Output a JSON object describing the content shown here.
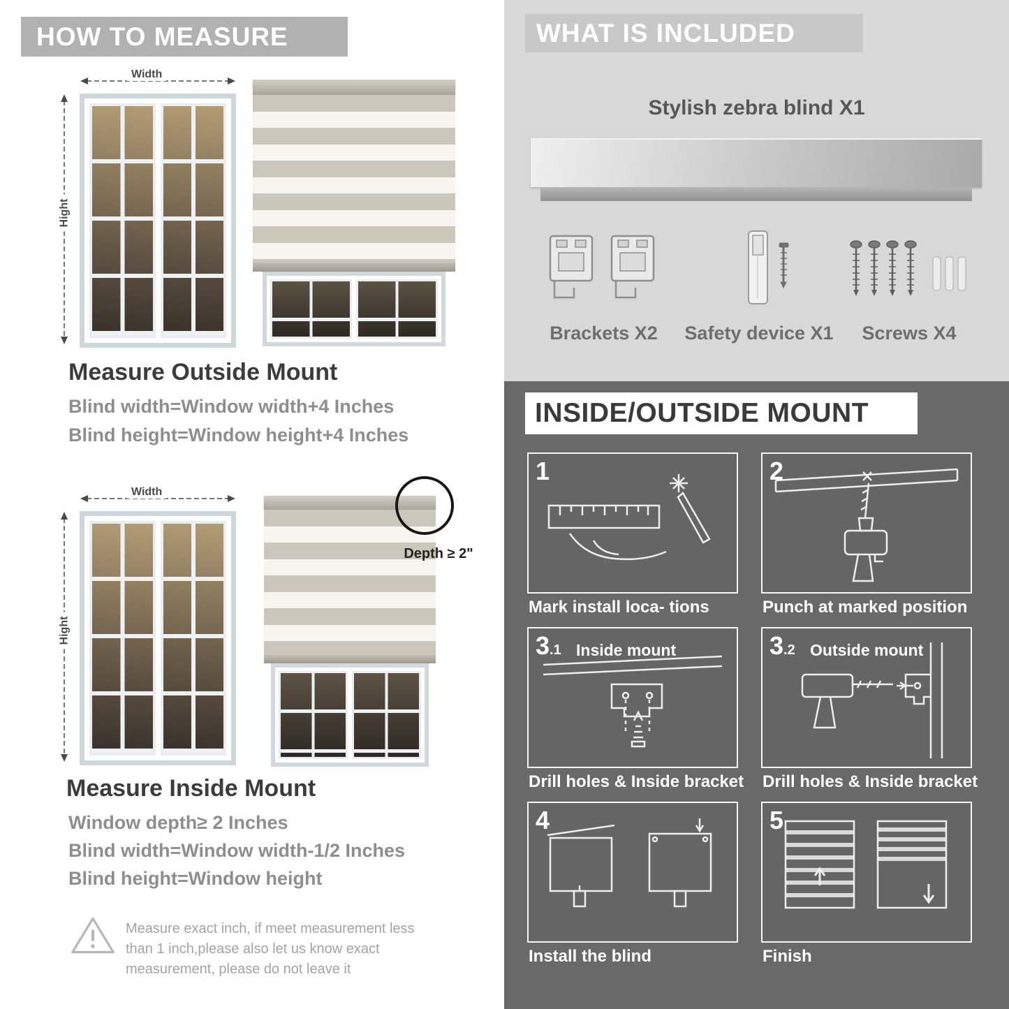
{
  "measure": {
    "header": "HOW TO MEASURE",
    "width_label": "Width",
    "height_label": "Hight",
    "outside": {
      "title": "Measure Outside Mount",
      "lines": [
        "Blind width=Window width+4 Inches",
        "Blind height=Window height+4 Inches"
      ]
    },
    "inside": {
      "depth_callout": "Depth ≥ 2\"",
      "title": "Measure Inside Mount",
      "lines": [
        "Window depth≥ 2 Inches",
        "Blind width=Window width-1/2 Inches",
        "Blind height=Window height"
      ]
    },
    "warning_text": "Measure exact inch, if meet measurement less than 1 inch,please also let us know exact measurement, please do not leave it"
  },
  "included": {
    "header": "WHAT IS INCLUDED",
    "blind_label": "Stylish zebra blind X1",
    "items": [
      {
        "name": "brackets",
        "label": "Brackets X2"
      },
      {
        "name": "safety-device",
        "label": "Safety device X1"
      },
      {
        "name": "screws",
        "label": "Screws X4"
      }
    ]
  },
  "mount": {
    "header": "INSIDE/OUTSIDE MOUNT",
    "steps": [
      {
        "num": "1",
        "caption": "Mark install loca- tions"
      },
      {
        "num": "2",
        "caption": "Punch at  marked position"
      },
      {
        "num": "3",
        "sub": ".1",
        "label": "Inside mount",
        "caption": "Drill holes &  Inside bracket"
      },
      {
        "num": "3",
        "sub": ".2",
        "label": "Outside mount",
        "caption": "Drill holes &  Inside bracket"
      },
      {
        "num": "4",
        "caption": "Install the blind"
      },
      {
        "num": "5",
        "caption": "Finish"
      }
    ]
  }
}
